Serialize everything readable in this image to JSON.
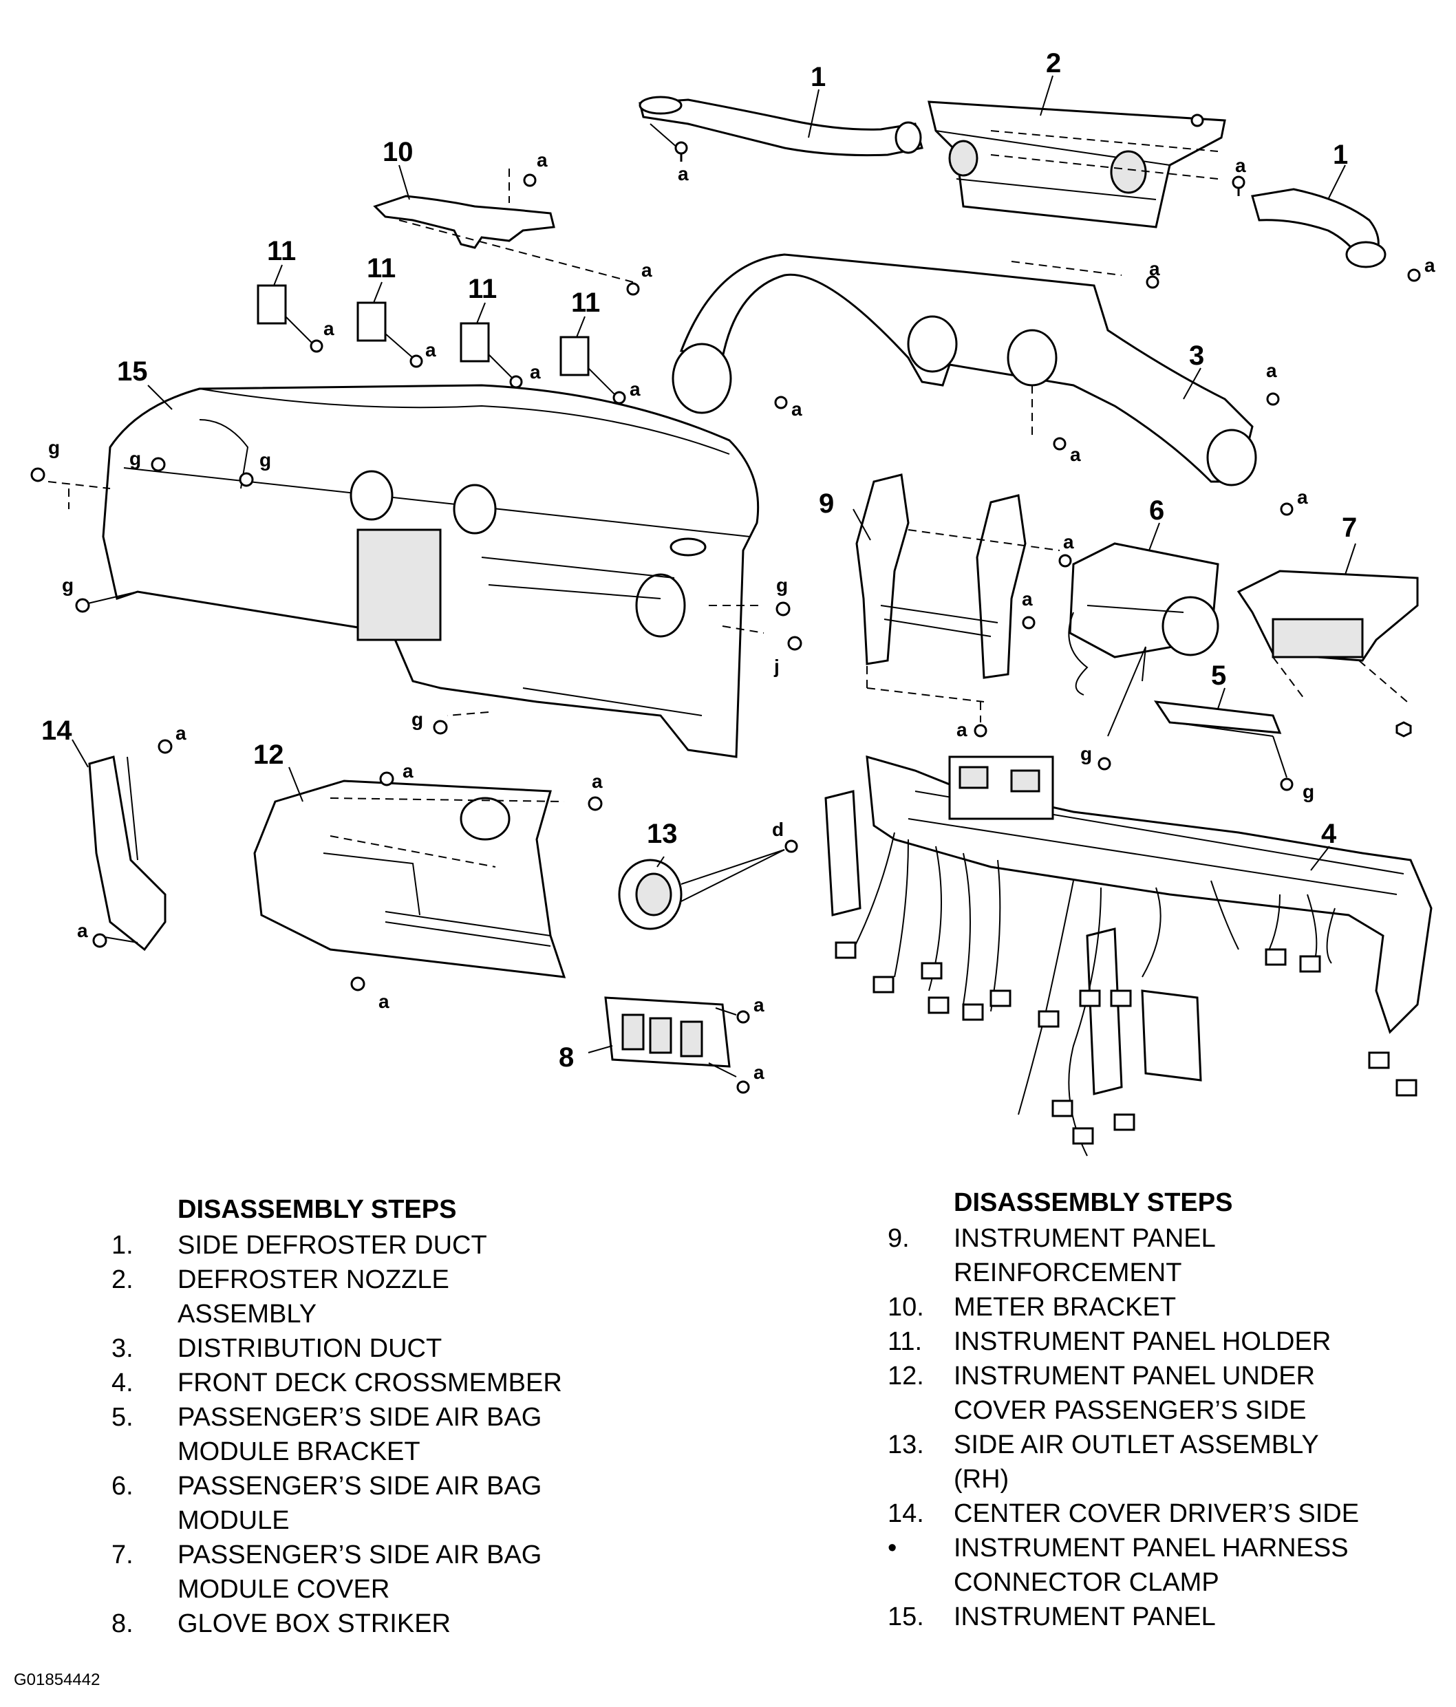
{
  "diagram": {
    "callouts": [
      "1",
      "2",
      "1",
      "10",
      "11",
      "11",
      "11",
      "11",
      "15",
      "3",
      "9",
      "6",
      "7",
      "5",
      "14",
      "12",
      "13",
      "4",
      "8"
    ],
    "fastener_labels": {
      "a": "a",
      "g": "g",
      "j": "j",
      "d": "d"
    }
  },
  "steps_left": {
    "header": "DISASSEMBLY STEPS",
    "items": [
      {
        "num": "1.",
        "text": "SIDE DEFROSTER DUCT"
      },
      {
        "num": "2.",
        "text": "DEFROSTER NOZZLE"
      },
      {
        "num": "",
        "text": "ASSEMBLY"
      },
      {
        "num": "3.",
        "text": "DISTRIBUTION DUCT"
      },
      {
        "num": "4.",
        "text": "FRONT DECK CROSSMEMBER"
      },
      {
        "num": "5.",
        "text": "PASSENGER’S SIDE AIR BAG"
      },
      {
        "num": "",
        "text": "MODULE BRACKET"
      },
      {
        "num": "6.",
        "text": "PASSENGER’S SIDE AIR BAG"
      },
      {
        "num": "",
        "text": "MODULE"
      },
      {
        "num": "7.",
        "text": "PASSENGER’S SIDE AIR BAG"
      },
      {
        "num": "",
        "text": "MODULE COVER"
      },
      {
        "num": "8.",
        "text": "GLOVE BOX STRIKER"
      }
    ]
  },
  "steps_right": {
    "header": "DISASSEMBLY STEPS",
    "items": [
      {
        "num": "9.",
        "text": "INSTRUMENT PANEL"
      },
      {
        "num": "",
        "text": "REINFORCEMENT"
      },
      {
        "num": "10.",
        "text": "METER BRACKET"
      },
      {
        "num": "11.",
        "text": "INSTRUMENT PANEL HOLDER"
      },
      {
        "num": "12.",
        "text": "INSTRUMENT PANEL UNDER"
      },
      {
        "num": "",
        "text": "COVER PASSENGER’S SIDE"
      },
      {
        "num": "13.",
        "text": "SIDE AIR OUTLET ASSEMBLY"
      },
      {
        "num": "",
        "text": "(RH)"
      },
      {
        "num": "14.",
        "text": "CENTER COVER DRIVER’S SIDE"
      },
      {
        "num": "•",
        "text": "INSTRUMENT PANEL HARNESS"
      },
      {
        "num": "",
        "text": "CONNECTOR CLAMP"
      },
      {
        "num": "15.",
        "text": "INSTRUMENT PANEL"
      }
    ]
  },
  "figure_id": "G01854442"
}
